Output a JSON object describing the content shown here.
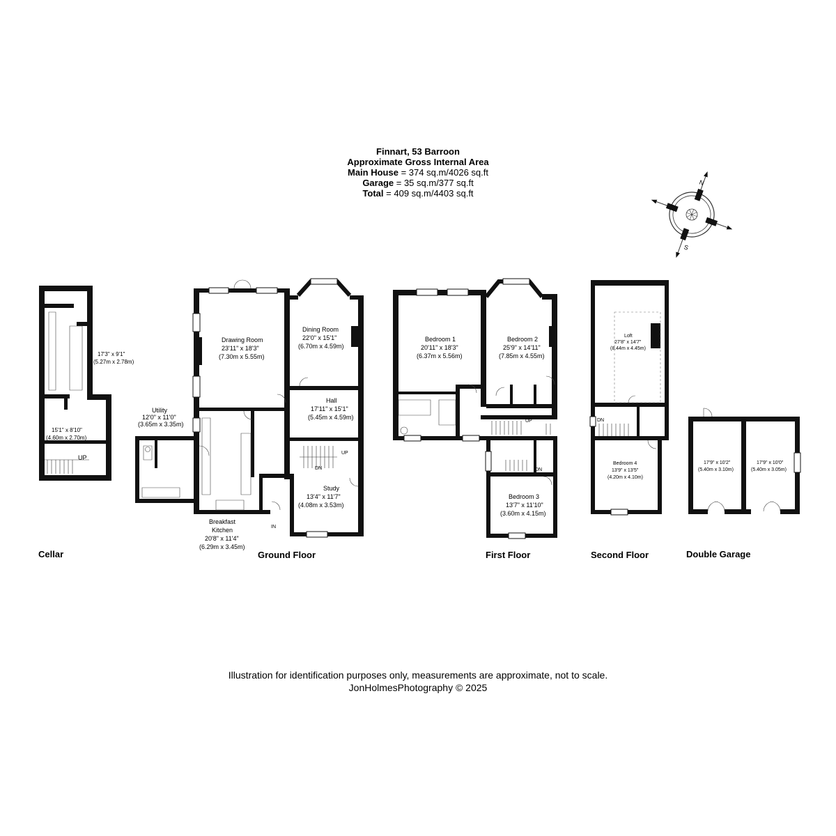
{
  "header": {
    "property": "Finnart, 53 Barroon",
    "area_title": "Approximate Gross Internal Area",
    "main_label": "Main House",
    "main_value": "= 374 sq.m/4026 sq.ft",
    "garage_label": "Garage",
    "garage_value": "= 35 sq.m/377 sq.ft",
    "total_label": "Total",
    "total_value": "= 409 sq.m/4403 sq.ft"
  },
  "compass": {
    "north": "N",
    "south": "S"
  },
  "floors": {
    "cellar": "Cellar",
    "ground": "Ground Floor",
    "first": "First Floor",
    "second": "Second Floor",
    "garage": "Double Garage"
  },
  "rooms": {
    "cellar_upper": {
      "imperial": "17'3\" x 9'1\"",
      "metric": "(5.27m x 2.78m)"
    },
    "cellar_lower": {
      "imperial": "15'1\" x 8'10\"",
      "metric": "(4.60m x 2.70m)"
    },
    "drawing_room": {
      "name": "Drawing Room",
      "imperial": "23'11\" x 18'3\"",
      "metric": "(7.30m x 5.55m)"
    },
    "dining_room": {
      "name": "Dining Room",
      "imperial": "22'0\" x 15'1\"",
      "metric": "(6.70m x 4.59m)"
    },
    "hall": {
      "name": "Hall",
      "imperial": "17'11\" x 15'1\"",
      "metric": "(5.45m x 4.59m)"
    },
    "utility": {
      "name": "Utility",
      "imperial": "12'0\" x 11'0\"",
      "metric": "(3.65m x 3.35m)"
    },
    "study": {
      "name": "Study",
      "imperial": "13'4\" x 11'7\"",
      "metric": "(4.08m x 3.53m)"
    },
    "kitchen": {
      "name1": "Breakfast",
      "name2": "Kitchen",
      "imperial": "20'8\" x 11'4\"",
      "metric": "(6.29m x 3.45m)"
    },
    "bedroom1": {
      "name": "Bedroom 1",
      "imperial": "20'11\" x 18'3\"",
      "metric": "(6.37m x 5.56m)"
    },
    "bedroom2": {
      "name": "Bedroom 2",
      "imperial": "25'9\" x 14'11\"",
      "metric": "(7.85m x 4.55m)"
    },
    "bedroom3": {
      "name": "Bedroom 3",
      "imperial": "13'7\" x 11'10\"",
      "metric": "(3.60m x 4.15m)"
    },
    "loft": {
      "name": "Loft",
      "imperial": "27'8\" x 14'7\"",
      "metric": "(8.44m x 4.45m)"
    },
    "bedroom4": {
      "name": "Bedroom 4",
      "imperial": "13'9\" x 13'5\"",
      "metric": "(4.20m x 4.10m)"
    },
    "garage_left": {
      "imperial": "17'9\" x 10'2\"",
      "metric": "(5.40m x 3.10m)"
    },
    "garage_right": {
      "imperial": "17'9\" x 10'0\"",
      "metric": "(5.40m x 3.05m)"
    }
  },
  "markers": {
    "up": "UP",
    "down": "DN",
    "entrance": "IN"
  },
  "footer": {
    "disclaimer": "Illustration for identification purposes only, measurements are approximate, not to scale.",
    "credit": "JonHolmesPhotography © 2025"
  }
}
